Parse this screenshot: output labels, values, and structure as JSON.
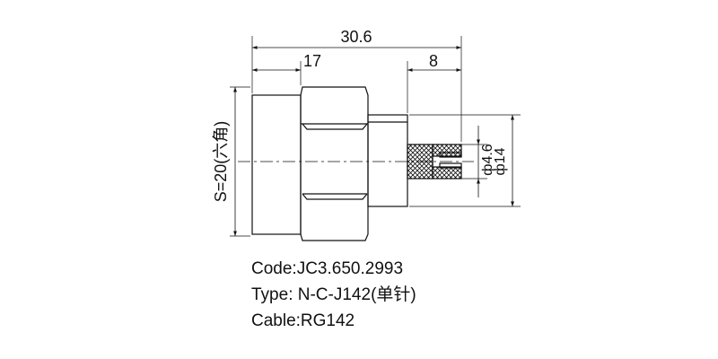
{
  "dimensions": {
    "overall_length": "30.6",
    "nut_length": "17",
    "pin_length": "8",
    "hex_size": "S=20(六角)",
    "inner_diameter": "ф4.6",
    "outer_diameter": "ф14"
  },
  "specs": {
    "code_label": "Code:",
    "code_value": "JC3.650.2993",
    "type_label": "Type: ",
    "type_value": "N-C-J142",
    "type_note": "(单针)",
    "cable_label": "Cable:",
    "cable_value": "RG142"
  },
  "colors": {
    "line": "#111111",
    "background": "#ffffff"
  }
}
